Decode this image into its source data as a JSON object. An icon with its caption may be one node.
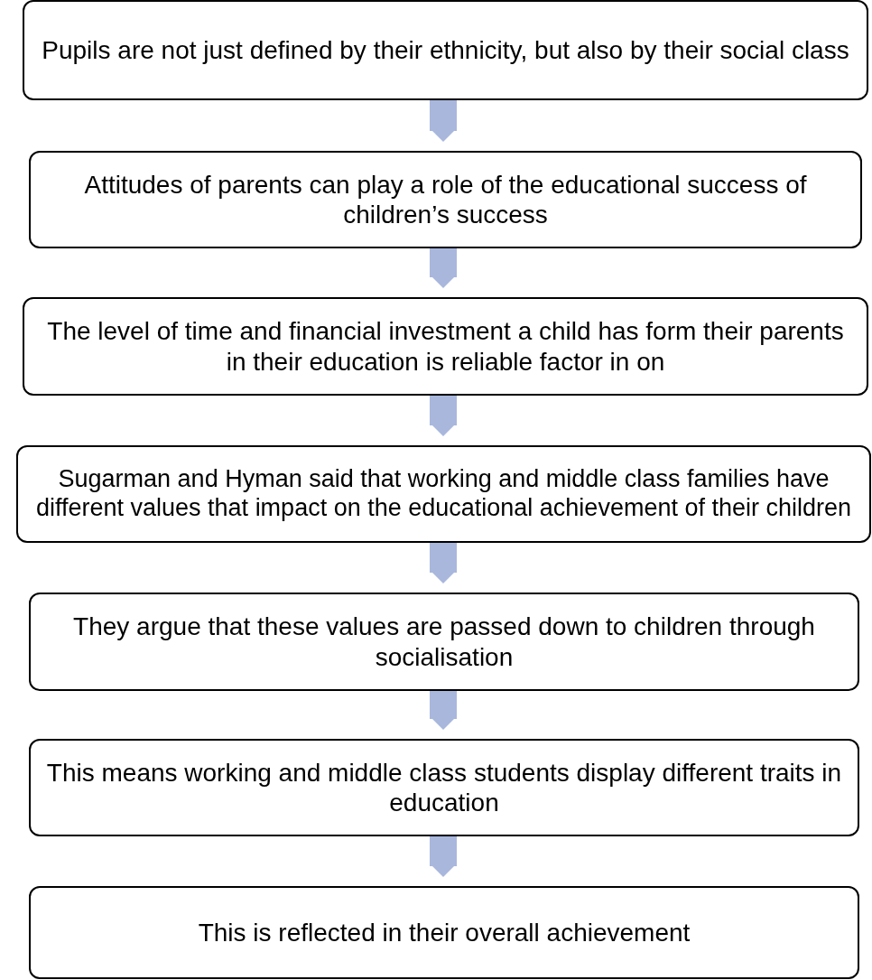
{
  "diagram": {
    "nodes": [
      {
        "text": [
          "Pupils are not just defined by their ethnicity, but also by their social class"
        ]
      },
      {
        "text": [
          "Attitudes of parents can play a role of the educational success of children’s success"
        ]
      },
      {
        "text": [
          "The level of time and financial investment a child has form their parents in their education is reliable factor in on"
        ]
      },
      {
        "text": [
          "Sugarman and Hyman said that working and middle class families have different values that impact on the educational achievement of their children"
        ]
      },
      {
        "text": [
          "They argue that these values are passed down to children through socialisation"
        ]
      },
      {
        "text": [
          "This means working and middle class students display different traits in education"
        ]
      },
      {
        "text": [
          "This is reflected in their overall achievement"
        ]
      }
    ],
    "edges": [
      {
        "from": 0,
        "to": 1,
        "arrow": "to"
      },
      {
        "from": 1,
        "to": 2,
        "arrow": "to"
      },
      {
        "from": 2,
        "to": 3,
        "arrow": "to"
      },
      {
        "from": 3,
        "to": 4,
        "arrow": "to"
      },
      {
        "from": 4,
        "to": 5,
        "arrow": "to"
      },
      {
        "from": 5,
        "to": 6,
        "arrow": "to"
      }
    ]
  }
}
